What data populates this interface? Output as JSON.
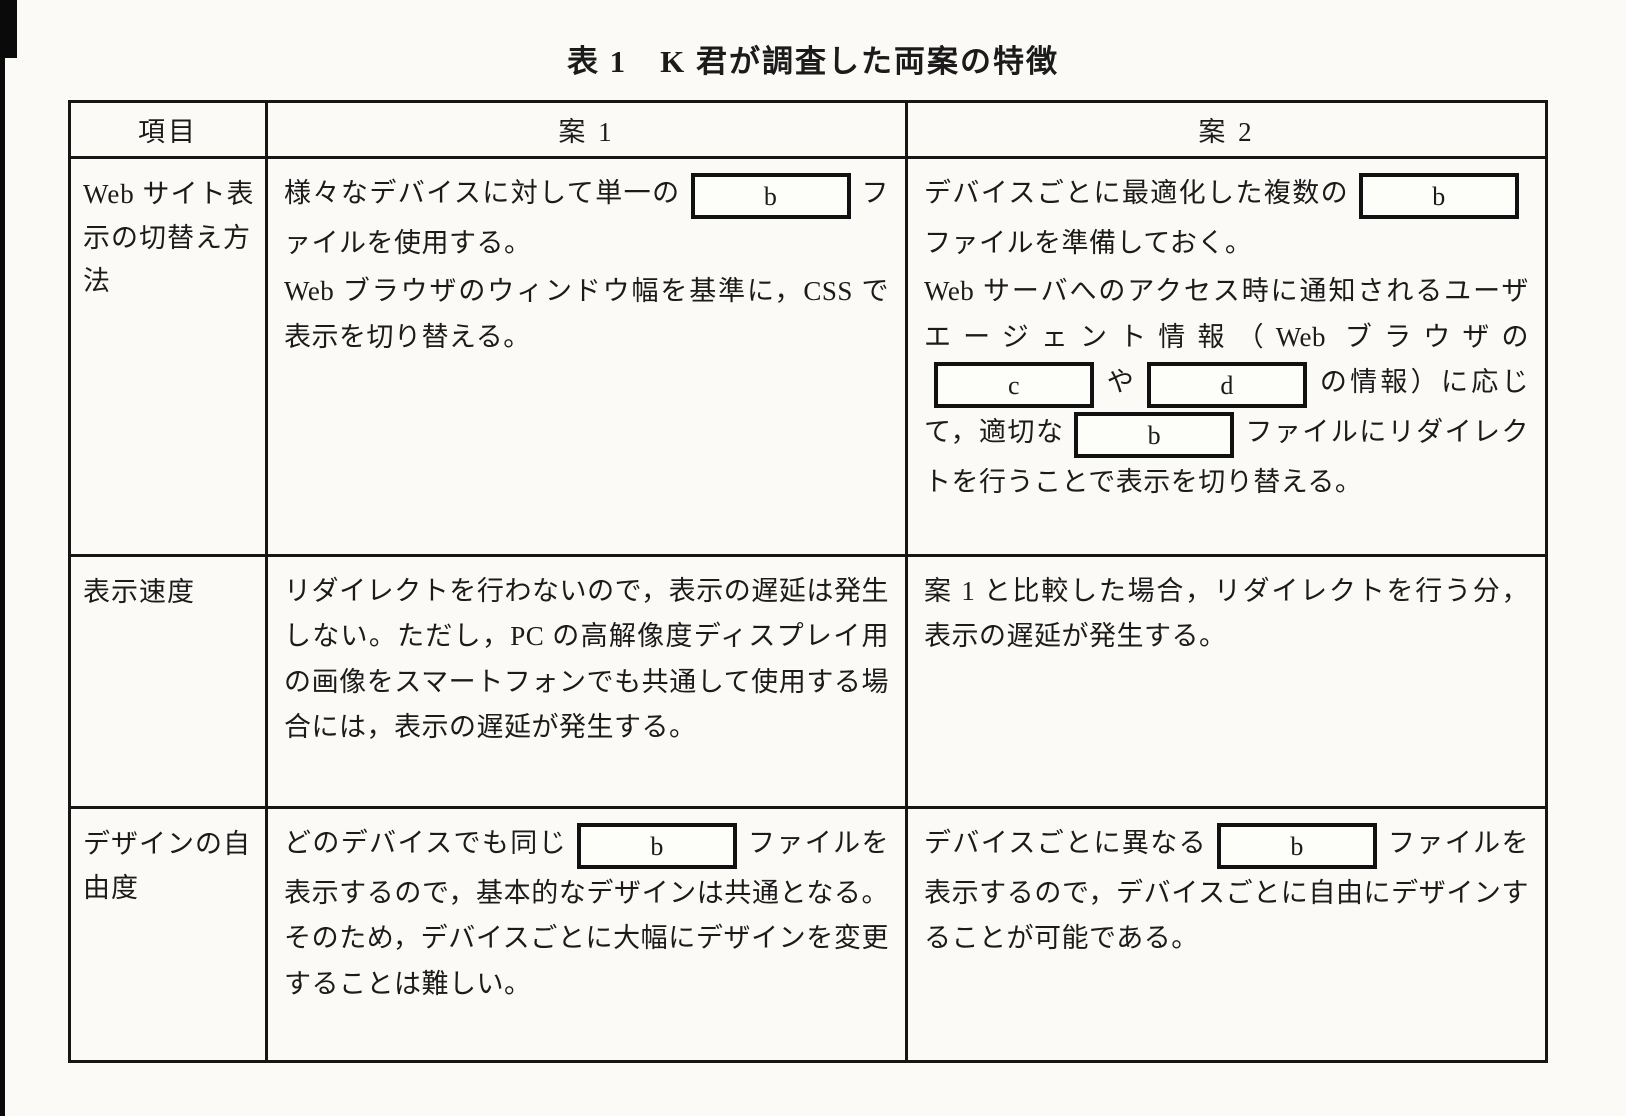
{
  "page": {
    "title": "表 1　K 君が調査した両案の特徴"
  },
  "table": {
    "headers": [
      "項目",
      "案 1",
      "案 2"
    ],
    "rows": [
      {
        "item": "Web サイト表示の切替え方法",
        "plan1": [
          [
            {
              "type": "text",
              "text": "様々なデバイスに対して単一の"
            },
            {
              "type": "box",
              "label": "b"
            },
            {
              "type": "text",
              "text": "ファイルを使用する。"
            }
          ],
          [
            {
              "type": "text",
              "text": "Web ブラウザのウィンドウ幅を基準に，CSS で表示を切り替える。"
            }
          ]
        ],
        "plan2": [
          [
            {
              "type": "text",
              "text": "デバイスごとに最適化した複数の"
            },
            {
              "type": "box",
              "label": "b"
            },
            {
              "type": "text",
              "text": "ファイルを準備しておく。"
            }
          ],
          [
            {
              "type": "text",
              "text": "Web サーバへのアクセス時に通知されるユーザエージェント情報（Web ブラウザの"
            },
            {
              "type": "box",
              "label": "c"
            },
            {
              "type": "text",
              "text": "や"
            },
            {
              "type": "box",
              "label": "d"
            },
            {
              "type": "text",
              "text": "の情報）に応じて，適切な"
            },
            {
              "type": "box",
              "label": "b"
            },
            {
              "type": "text",
              "text": "ファイルにリダイレクトを行うことで表示を切り替える。"
            }
          ]
        ]
      },
      {
        "item": "表示速度",
        "plan1": [
          [
            {
              "type": "text",
              "text": "リダイレクトを行わないので，表示の遅延は発生しない。ただし，PC の高解像度ディスプレイ用の画像をスマートフォンでも共通して使用する場合には，表示の遅延が発生する。"
            }
          ]
        ],
        "plan2": [
          [
            {
              "type": "text",
              "text": "案 1 と比較した場合，リダイレクトを行う分，表示の遅延が発生する。"
            }
          ]
        ]
      },
      {
        "item": "デザインの自由度",
        "plan1": [
          [
            {
              "type": "text",
              "text": "どのデバイスでも同じ"
            },
            {
              "type": "box",
              "label": "b"
            },
            {
              "type": "text",
              "text": "ファイルを表示するので，基本的なデザインは共通となる。そのため，デバイスごとに大幅にデザインを変更することは難しい。"
            }
          ]
        ],
        "plan2": [
          [
            {
              "type": "text",
              "text": "デバイスごとに異なる"
            },
            {
              "type": "box",
              "label": "b"
            },
            {
              "type": "text",
              "text": "ファイルを表示するので，デバイスごとに自由にデザインすることが可能である。"
            }
          ]
        ]
      }
    ]
  }
}
